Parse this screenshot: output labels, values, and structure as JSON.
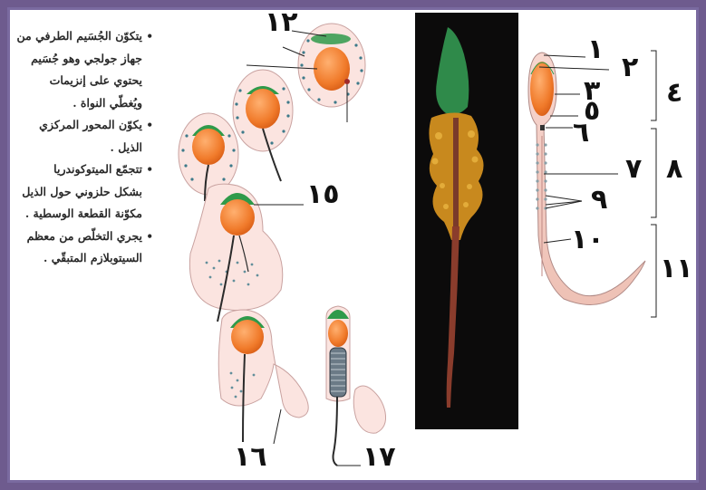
{
  "bullets": [
    {
      "lines": [
        "يتكوّن الجُسَيم الطرفي من",
        "جهاز جولجي وهو جُسَيم",
        "يحتوي على إنزيمات",
        "ويُغطّي النواة ."
      ]
    },
    {
      "lines": [
        "يكوّن المحور المركزي",
        "الذيل ."
      ]
    },
    {
      "lines": [
        "تتجمّع الميتوكوندريا",
        "بشكل حلزوني حول الذيل",
        "مكوّنة القطعة الوسطية ."
      ]
    },
    {
      "lines": [
        "يجري التخلّص من معظم",
        "السيتوبلازم المتبقّي ."
      ]
    }
  ],
  "labels": {
    "n1": "١",
    "n2": "٢",
    "n3": "٣",
    "n4": "٤",
    "n5": "٥",
    "n6": "٦",
    "n7": "٧",
    "n8": "٨",
    "n9": "٩",
    "n10": "١٠",
    "n11": "١١",
    "n12": "١٢",
    "n15": "١٥",
    "n16": "١٦",
    "n17": "١٧"
  },
  "colors": {
    "nucleus": "#f07a2a",
    "acrosome": "#2f9a4a",
    "cytoplasm": "#fbe4e0",
    "photo_bg": "#0c0b0b",
    "frame": "#6e5b8e"
  }
}
